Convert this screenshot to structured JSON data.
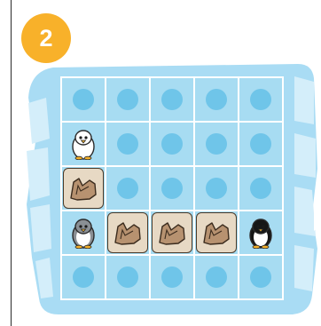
{
  "level": {
    "number": "2"
  },
  "board": {
    "rows": 5,
    "cols": 5,
    "cells": [
      [
        "dot",
        "dot",
        "dot",
        "dot",
        "dot"
      ],
      [
        "penguin-white",
        "dot",
        "dot",
        "dot",
        "dot"
      ],
      [
        "rock",
        "dot",
        "dot",
        "dot",
        "dot"
      ],
      [
        "penguin-gray",
        "rock",
        "rock",
        "rock",
        "penguin-black"
      ],
      [
        "dot",
        "dot",
        "dot",
        "dot",
        "dot"
      ]
    ]
  },
  "colors": {
    "badge": "#f8b12a",
    "ice_frame": "#a9dcf4",
    "cell": "#a7dcf2",
    "dot": "#6fc5e9",
    "rock_tile": "#e7d9c4",
    "rock": "#b79270"
  }
}
